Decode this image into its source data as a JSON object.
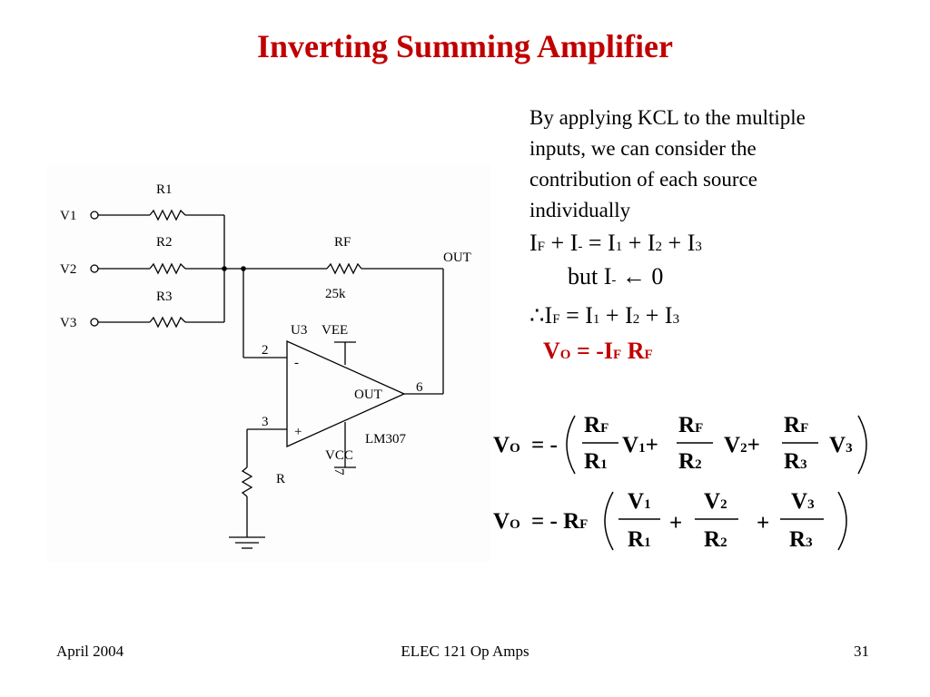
{
  "slide": {
    "title": "Inverting Summing Amplifier",
    "paragraph": "By applying KCL to the multiple inputs, we can consider the contribution of each source individually",
    "equations": {
      "kcl": {
        "lhs_a": "I",
        "lhs_a_sub": "F",
        "plus1": " + ",
        "lhs_b": "I",
        "lhs_b_sub": "-",
        "eq": " = ",
        "r1": "I",
        "r1_sub": "1",
        "r2": "I",
        "r2_sub": "2",
        "r3": "I",
        "r3_sub": "3"
      },
      "but": {
        "text": "but I",
        "sub": "-",
        "arrow": " ← 0"
      },
      "therefore": {
        "symbol": "∴",
        "a": "I",
        "a_sub": "F",
        "eq": " = ",
        "r1": "I",
        "r1_sub": "1",
        "r2": "I",
        "r2_sub": "2",
        "r3": "I",
        "r3_sub": "3"
      },
      "vout": {
        "v": "V",
        "v_sub": "O",
        "eq": " = -I",
        "i_sub": "F",
        "r": " R",
        "r_sub": "F"
      }
    },
    "formula1": {
      "lhs": "V",
      "lhs_sub": "O",
      "eq": "= -",
      "num": "R",
      "num_sub": "F",
      "dens": [
        [
          "R",
          "1"
        ],
        [
          "R",
          "2"
        ],
        [
          "R",
          "3"
        ]
      ],
      "vars": [
        [
          "V",
          "1"
        ],
        [
          "V",
          "2"
        ],
        [
          "V",
          "3"
        ]
      ],
      "plus": "+"
    },
    "formula2": {
      "lhs": "V",
      "lhs_sub": "O",
      "eq": "= - R",
      "eq_sub": "F",
      "nums": [
        [
          "V",
          "1"
        ],
        [
          "V",
          "2"
        ],
        [
          "V",
          "3"
        ]
      ],
      "dens": [
        [
          "R",
          "1"
        ],
        [
          "R",
          "2"
        ],
        [
          "R",
          "3"
        ]
      ],
      "plus": "+"
    }
  },
  "schematic": {
    "inputs": [
      "V1",
      "V2",
      "V3"
    ],
    "resistors": [
      "R1",
      "R2",
      "R3"
    ],
    "feedback_resistor": "RF",
    "feedback_value": "25k",
    "output_label": "OUT",
    "opamp_ref": "U3",
    "opamp_part": "LM307",
    "opamp_out": "OUT",
    "vee": "VEE",
    "vcc": "VCC",
    "pin_inv": "2",
    "pin_noninv": "3",
    "pin_out": "6",
    "pin_vcc": "7",
    "minus": "-",
    "plus": "+",
    "ground_resistor": "R"
  },
  "footer": {
    "date": "April  2004",
    "course": "ELEC 121  Op Amps",
    "page": "31"
  }
}
